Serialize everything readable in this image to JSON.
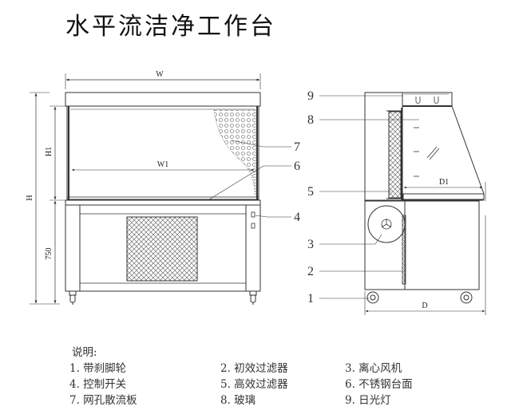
{
  "title": "水平流洁净工作台",
  "front_view": {
    "dimensions": {
      "overall_width": "W",
      "inner_width": "W1",
      "overall_height": "H",
      "work_height": "H1",
      "table_height": "750"
    }
  },
  "side_view": {
    "dimensions": {
      "overall_depth": "D",
      "work_depth": "D1"
    }
  },
  "callouts": [
    "1",
    "2",
    "3",
    "4",
    "5",
    "6",
    "7",
    "8",
    "9"
  ],
  "legend": {
    "heading": "说明:",
    "items": [
      {
        "label": "1. 带刹脚轮"
      },
      {
        "label": "2. 初效过滤器"
      },
      {
        "label": "3. 离心风机"
      },
      {
        "label": "4. 控制开关"
      },
      {
        "label": "5. 高效过滤器"
      },
      {
        "label": "6. 不锈钢台面"
      },
      {
        "label": "7. 网孔散流板"
      },
      {
        "label": "8. 玻璃"
      },
      {
        "label": "9. 日光灯"
      }
    ]
  },
  "colors": {
    "line": "#333333",
    "text": "#333333",
    "background": "#ffffff"
  }
}
